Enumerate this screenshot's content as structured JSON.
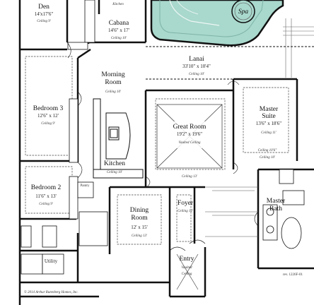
{
  "plan": {
    "wall_color": "#111111",
    "pool_color": "#a9d8cc",
    "background": "#ffffff",
    "rooms": {
      "den": {
        "name": "Den",
        "dims": "14'x17'6\"",
        "ceiling": "Ceiling 9'"
      },
      "kitchen_top": {
        "name": "Kitchen"
      },
      "cabana": {
        "name": "Cabana",
        "dims": "14'6\" x 17'",
        "ceiling": "Ceiling 10'"
      },
      "spa": {
        "name": "Spa"
      },
      "lanai": {
        "name": "Lanai",
        "dims": "33'10\" x 10'4\"",
        "ceiling": "Ceiling 10'"
      },
      "morning_room": {
        "name_line1": "Morning",
        "name_line2": "Room",
        "ceiling": "Ceiling 10'"
      },
      "bedroom3": {
        "name": "Bedroom 3",
        "dims": "12'6\" x 12'",
        "ceiling": "Ceiling 9'"
      },
      "great_room": {
        "name": "Great Room",
        "dims": "19'2\" x 19'6\"",
        "ceiling": "Vaulted Ceiling"
      },
      "master_suite": {
        "name_line1": "Master",
        "name_line2": "Suite",
        "dims": "13'6\" x 18'6\"",
        "ceiling": "Ceiling 11'"
      },
      "master_ceiling_extra": {
        "text1": "Ceiling 10'6\"",
        "text2": "Ceiling 10'"
      },
      "kitchen": {
        "name": "Kitchen",
        "ceiling": "Ceiling 10'"
      },
      "great_room_ceiling": {
        "text": "Ceiling 13'"
      },
      "bedroom2": {
        "name": "Bedroom 2",
        "dims": "11'6\" x 13'",
        "ceiling": "Ceiling 9'"
      },
      "pantry": {
        "name": "Pantry"
      },
      "dining_room": {
        "name_line1": "Dining",
        "name_line2": "Room",
        "dims": "12' x 15'",
        "ceiling": "Ceiling 13'"
      },
      "foyer": {
        "name": "Foyer",
        "ceiling": "Ceiling 12'"
      },
      "master_bath": {
        "name_line1": "Master",
        "name_line2": "Bath"
      },
      "utility": {
        "name": "Utility"
      },
      "entry": {
        "name": "Entry",
        "ceiling_line1": "Vaulted",
        "ceiling_line2": "Ceiling"
      }
    },
    "copyright": "© 2014 Arthur Rutenberg Homes, Inc.",
    "revision": "rev. 1226F-01"
  }
}
